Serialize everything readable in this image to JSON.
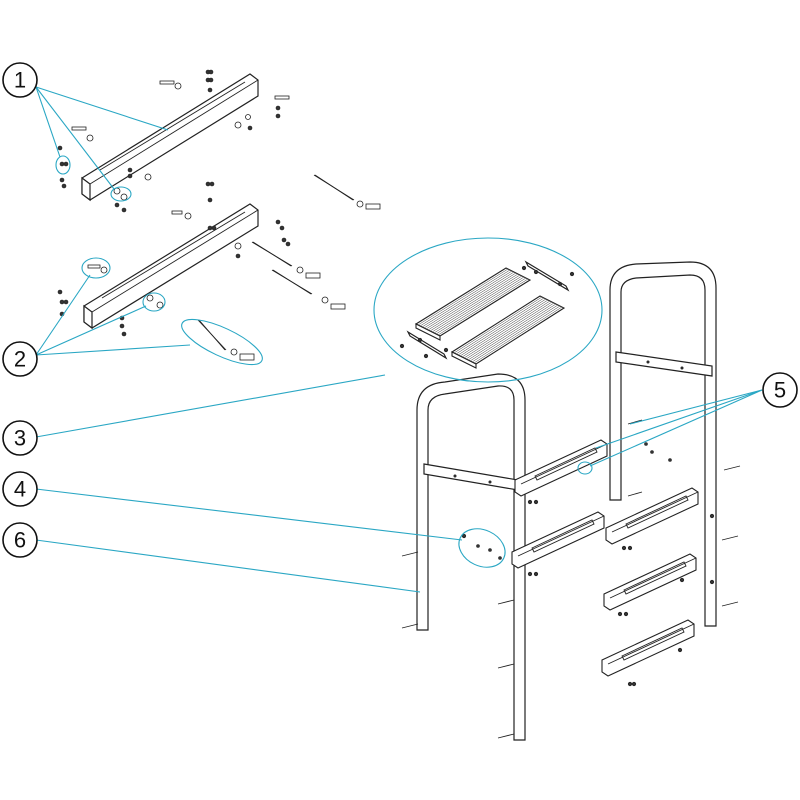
{
  "colors": {
    "leader": "#2aa7c4",
    "outline": "#222222",
    "background": "#ffffff"
  },
  "callouts": [
    {
      "label": "1"
    },
    {
      "label": "2"
    },
    {
      "label": "3"
    },
    {
      "label": "4"
    },
    {
      "label": "5"
    },
    {
      "label": "6"
    }
  ]
}
